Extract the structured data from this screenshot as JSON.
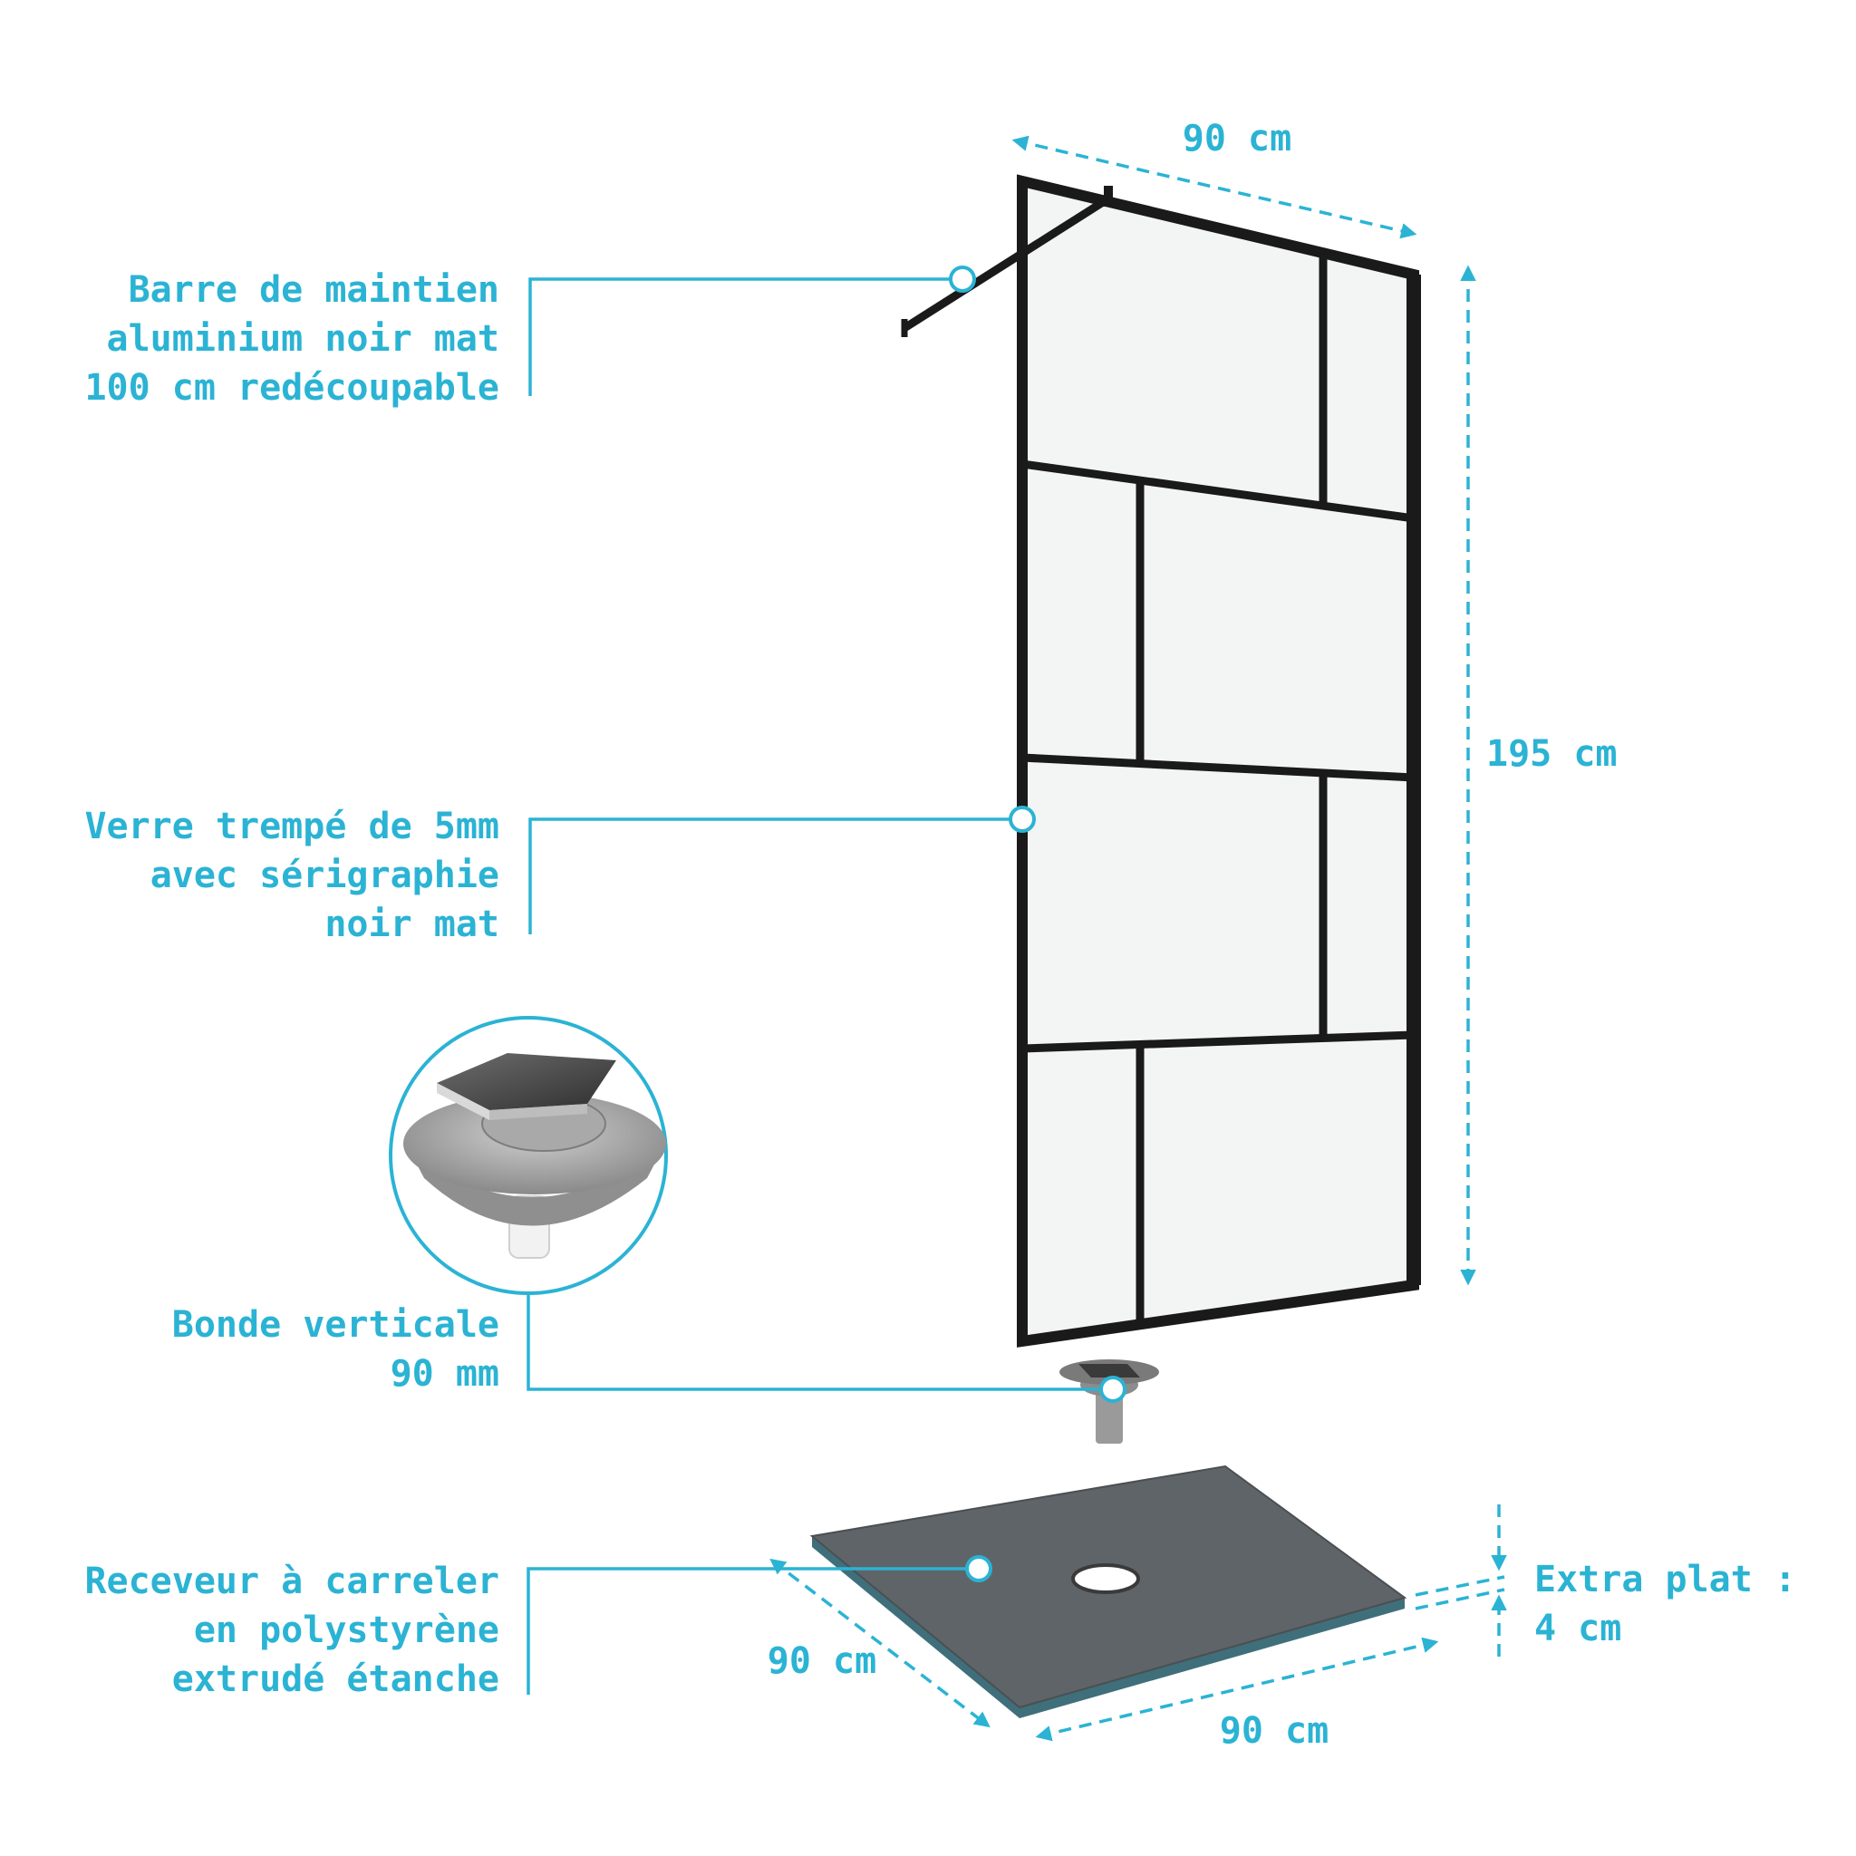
{
  "colors": {
    "accent": "#2bb3d4",
    "frame": "#1a1a1a",
    "glass": "#f3f4f4",
    "tray_top": "#5f6468",
    "tray_edge": "#3f6f7a"
  },
  "callouts": {
    "barre": [
      "Barre de maintien",
      "aluminium noir mat",
      "100 cm redécoupable"
    ],
    "verre": [
      "Verre trempé de 5mm",
      "avec sérigraphie",
      "noir mat"
    ],
    "bonde": [
      "Bonde verticale",
      "90 mm"
    ],
    "receveur": [
      "Receveur à carreler",
      "en polystyrène",
      "extrudé étanche"
    ],
    "extra_plat": [
      "Extra plat :",
      "4 cm"
    ]
  },
  "dimensions": {
    "panel_width": "90 cm",
    "panel_height": "195 cm",
    "tray_depth": "90 cm",
    "tray_width": "90 cm"
  }
}
